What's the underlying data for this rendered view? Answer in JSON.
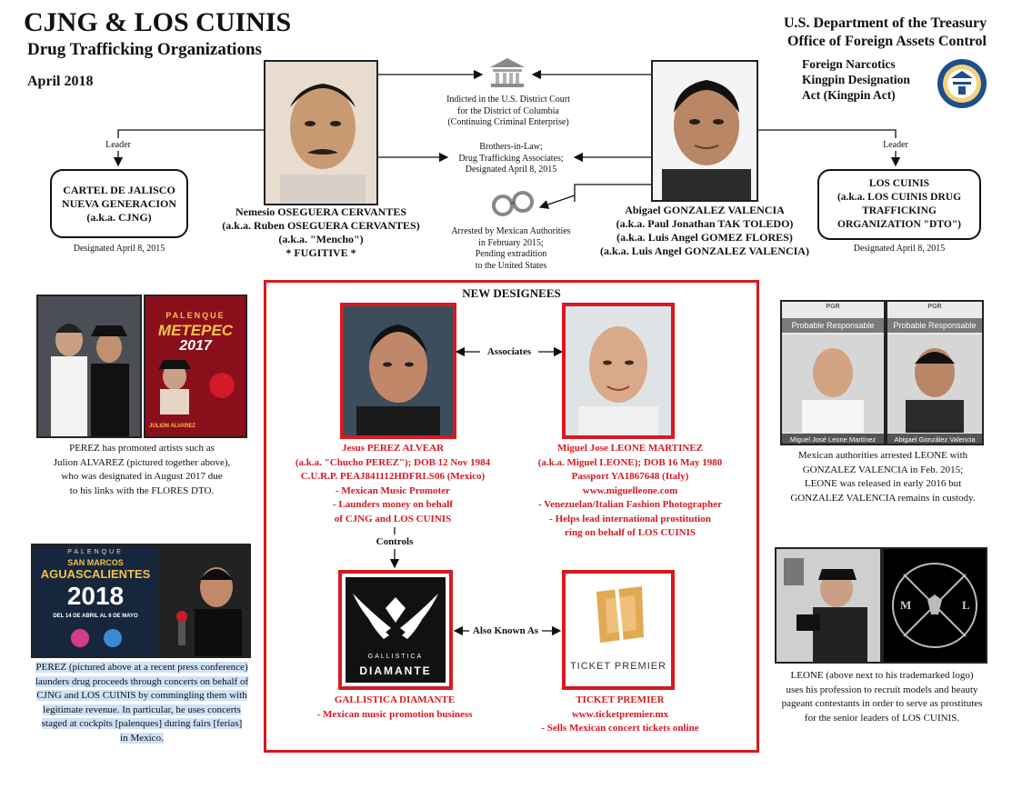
{
  "header": {
    "title": "CJNG & LOS CUINIS",
    "subtitle": "Drug Trafficking Organizations",
    "date": "April 2018",
    "agency_line1": "U.S. Department of the Treasury",
    "agency_line2": "Office of Foreign Assets Control",
    "act_lines": [
      "Foreign Narcotics",
      "Kingpin Designation",
      "Act (Kingpin Act)"
    ]
  },
  "top": {
    "left_leader": "Leader",
    "right_leader": "Leader",
    "cjng_box": [
      "CARTEL DE JALISCO",
      "NUEVA GENERACION",
      "(a.k.a. CJNG)"
    ],
    "cjng_designated": "Designated April 8, 2015",
    "cuinis_box": [
      "LOS CUINIS",
      "(a.k.a. LOS CUINIS DRUG",
      "TRAFFICKING",
      "ORGANIZATION \"DTO\")"
    ],
    "cuinis_designated": "Designated April 8, 2015",
    "mencho_lines": [
      "Nemesio OSEGUERA CERVANTES",
      "(a.k.a. Ruben OSEGUERA CERVANTES)",
      "(a.k.a. \"Mencho\")",
      "* FUGITIVE *"
    ],
    "abigael_lines": [
      "Abigael GONZALEZ VALENCIA",
      "(a.k.a. Paul Jonathan TAK TOLEDO)",
      "(a.k.a. Luis Angel GOMEZ FLORES)",
      "(a.k.a. Luis Angel GONZALEZ VALENCIA)"
    ],
    "indicted_lines": [
      "Indicted in the U.S. District Court",
      "for the District of Columbia",
      "(Continuing Criminal Enterprise)"
    ],
    "brothers_lines": [
      "Brothers-in-Law;",
      "Drug Trafficking Associates;",
      "Designated April 8, 2015"
    ],
    "arrested_lines": [
      "Arrested by Mexican Authorities",
      "in February 2015;",
      "Pending extradition",
      "to the United States"
    ]
  },
  "center": {
    "heading": "NEW DESIGNEES",
    "associates": "Associates",
    "controls": "Controls",
    "aka": "Also Known As",
    "perez_lines": [
      "Jesus PEREZ ALVEAR",
      "(a.k.a. \"Chucho PEREZ\"); DOB 12 Nov 1984",
      "C.U.R.P. PEAJ841112HDFRLS06 (Mexico)",
      "- Mexican Music Promoter",
      "- Launders money on behalf",
      "of CJNG and LOS CUINIS"
    ],
    "leone_lines": [
      "Miguel Jose LEONE MARTINEZ",
      "(a.k.a. Miguel LEONE); DOB 16 May 1980",
      "Passport YA1867648 (Italy)",
      "www.miguelleone.com",
      "- Venezuelan/Italian Fashion Photographer",
      "- Helps lead international prostitution",
      "ring on behalf of LOS CUINIS"
    ],
    "gallistica_lines": [
      "GALLISTICA DIAMANTE",
      "- Mexican music promotion business"
    ],
    "ticket_lines": [
      "TICKET PREMIER",
      "www.ticketpremier.mx",
      "- Sells Mexican concert tickets online"
    ],
    "gallistica_logo_text": "GALLISTICA",
    "gallistica_logo_big": "DIAMANTE",
    "ticket_logo_text": "TICKET PREMIER"
  },
  "left_side": {
    "poster1_top": "PALENQUE",
    "poster1_big": "METEPEC",
    "poster1_year": "2017",
    "poster1_name": "JULION ALVAREZ",
    "caption1": [
      "PEREZ has promoted artists such as",
      "Julion ALVAREZ (pictured together above),",
      "who was designated in August 2017 due",
      "to his links with the FLORES DTO."
    ],
    "poster2_top": "PALENQUE",
    "poster2_sub": "SAN MARCOS",
    "poster2_big": "AGUASCALIENTES",
    "poster2_year": "2018",
    "poster2_dates": "DEL 14 DE ABRIL AL 6 DE MAYO",
    "caption2": [
      "PEREZ (pictured above at a recent press conference)",
      "launders drug proceeds through concerts on behalf of",
      "CJNG and LOS CUINIS by commingling them with",
      "legitimate revenue.  In particular, he uses concerts",
      "staged at cockpits [palenques] during fairs [ferias]",
      "in Mexico."
    ]
  },
  "right_side": {
    "mug_header": "Probable Responsable",
    "mug1_name": "Miguel José Leone Martínez",
    "mug2_name": "Abigael González Valencia",
    "pgr": "PGR",
    "caption1": [
      "Mexican authorities arrested LEONE with",
      "GONZALEZ VALENCIA in Feb. 2015;",
      "LEONE was released in early 2016 but",
      "GONZALEZ VALENCIA remains in custody."
    ],
    "logo_letters": [
      "M",
      "L"
    ],
    "caption2": [
      "LEONE (above next to his trademarked logo)",
      "uses his profession to recruit models and beauty",
      "pageant contestants in order to serve as prostitutes",
      "for the senior leaders of LOS CUINIS."
    ]
  },
  "colors": {
    "accent_red": "#d71920",
    "seal_blue": "#1f4e8c",
    "highlight": "#cfe2f7"
  }
}
